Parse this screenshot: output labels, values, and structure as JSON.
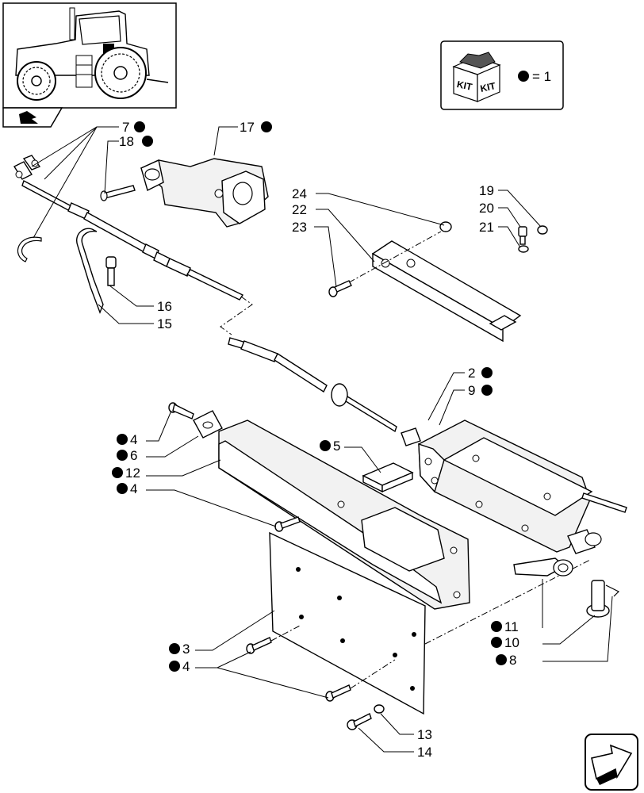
{
  "callouts": [
    {
      "id": "c7",
      "number": "7",
      "dot": true
    },
    {
      "id": "c18",
      "number": "18",
      "dot": true
    },
    {
      "id": "c17",
      "number": "17",
      "dot": true
    },
    {
      "id": "c24",
      "number": "24",
      "dot": false
    },
    {
      "id": "c22",
      "number": "22",
      "dot": false
    },
    {
      "id": "c23",
      "number": "23",
      "dot": false
    },
    {
      "id": "c19",
      "number": "19",
      "dot": false
    },
    {
      "id": "c20",
      "number": "20",
      "dot": false
    },
    {
      "id": "c21",
      "number": "21",
      "dot": false
    },
    {
      "id": "c16",
      "number": "16",
      "dot": false
    },
    {
      "id": "c15",
      "number": "15",
      "dot": false
    },
    {
      "id": "c2",
      "number": "2",
      "dot": true
    },
    {
      "id": "c9",
      "number": "9",
      "dot": true
    },
    {
      "id": "c5",
      "number": "5",
      "dot": true
    },
    {
      "id": "c4a",
      "number": "4",
      "dot": true
    },
    {
      "id": "c6",
      "number": "6",
      "dot": true
    },
    {
      "id": "c12",
      "number": "12",
      "dot": true
    },
    {
      "id": "c4b",
      "number": "4",
      "dot": true
    },
    {
      "id": "c11",
      "number": "11",
      "dot": true
    },
    {
      "id": "c10",
      "number": "10",
      "dot": true
    },
    {
      "id": "c8",
      "number": "8",
      "dot": true
    },
    {
      "id": "c3",
      "number": "3",
      "dot": true
    },
    {
      "id": "c4c",
      "number": "4",
      "dot": true
    },
    {
      "id": "c13",
      "number": "13",
      "dot": false
    },
    {
      "id": "c14",
      "number": "14",
      "dot": false
    }
  ],
  "kit_legend": {
    "box_text_left": "KIT",
    "box_text_right": "KIT",
    "equation": "= 1"
  },
  "icons": [
    "tractor-thumbnail-icon",
    "kit-box-icon",
    "navigation-arrow-icon",
    "next-page-arrow-icon"
  ]
}
